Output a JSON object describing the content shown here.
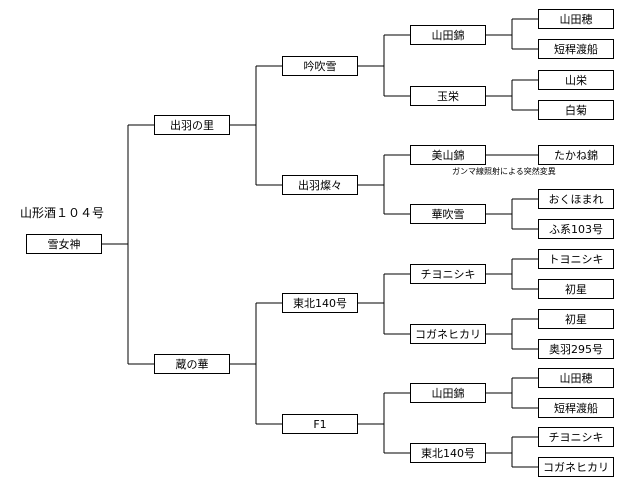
{
  "title": "山形酒１０４号",
  "note": "ガンマ線照射による突然変異",
  "root": {
    "label": "雪女神"
  },
  "gen1": [
    {
      "label": "出羽の里"
    },
    {
      "label": "蔵の華"
    }
  ],
  "gen2": [
    {
      "label": "吟吹雪"
    },
    {
      "label": "出羽燦々"
    },
    {
      "label": "東北140号"
    },
    {
      "label": "F1"
    }
  ],
  "gen3": [
    {
      "label": "山田錦"
    },
    {
      "label": "玉栄"
    },
    {
      "label": "美山錦"
    },
    {
      "label": "華吹雪"
    },
    {
      "label": "チヨニシキ"
    },
    {
      "label": "コガネヒカリ"
    },
    {
      "label": "山田錦"
    },
    {
      "label": "東北140号"
    }
  ],
  "gen4": [
    {
      "label": "山田穂"
    },
    {
      "label": "短稈渡船"
    },
    {
      "label": "山栄"
    },
    {
      "label": "白菊"
    },
    {
      "label": "たかね錦"
    },
    {
      "label": "おくほまれ"
    },
    {
      "label": "ふ系103号"
    },
    {
      "label": "トヨニシキ"
    },
    {
      "label": "初星"
    },
    {
      "label": "初星"
    },
    {
      "label": "奥羽295号"
    },
    {
      "label": "山田穂"
    },
    {
      "label": "短稈渡船"
    },
    {
      "label": "チヨニシキ"
    },
    {
      "label": "コガネヒカリ"
    }
  ]
}
